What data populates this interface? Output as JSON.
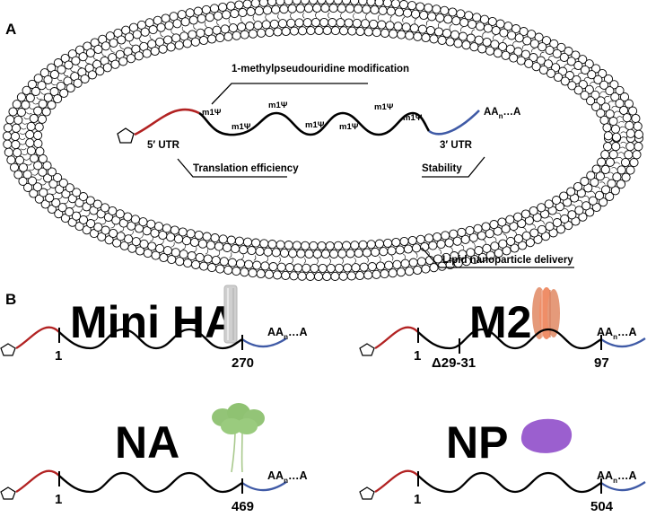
{
  "panels": {
    "a": "A",
    "b": "B"
  },
  "mrna_a": {
    "modification": "1-methylpseudouridine modification",
    "psi": "m1Ψ",
    "utr5": "5′ UTR",
    "utr3": "3′ UTR",
    "translation": "Translation efficiency",
    "stability": "Stability",
    "delivery": "Lipid nanoparticle delivery",
    "tail": "AA",
    "tail_sub": "n",
    "tail_end": "…A"
  },
  "constructs": [
    {
      "name": "Mini HA",
      "start": "1",
      "end": "270"
    },
    {
      "name": "M2",
      "start": "1",
      "deletion": "Δ29-31",
      "end": "97"
    },
    {
      "name": "NA",
      "start": "1",
      "end": "469"
    },
    {
      "name": "NP",
      "start": "1",
      "end": "504"
    }
  ],
  "colors": {
    "utr5": "#b22222",
    "utr3": "#3f5aa6",
    "coding": "#000000",
    "mini_ha_icon": "#cfcfcf",
    "m2_icon": "#e8967a",
    "na_icon": "#93c477",
    "np_icon": "#9b5fcf"
  }
}
